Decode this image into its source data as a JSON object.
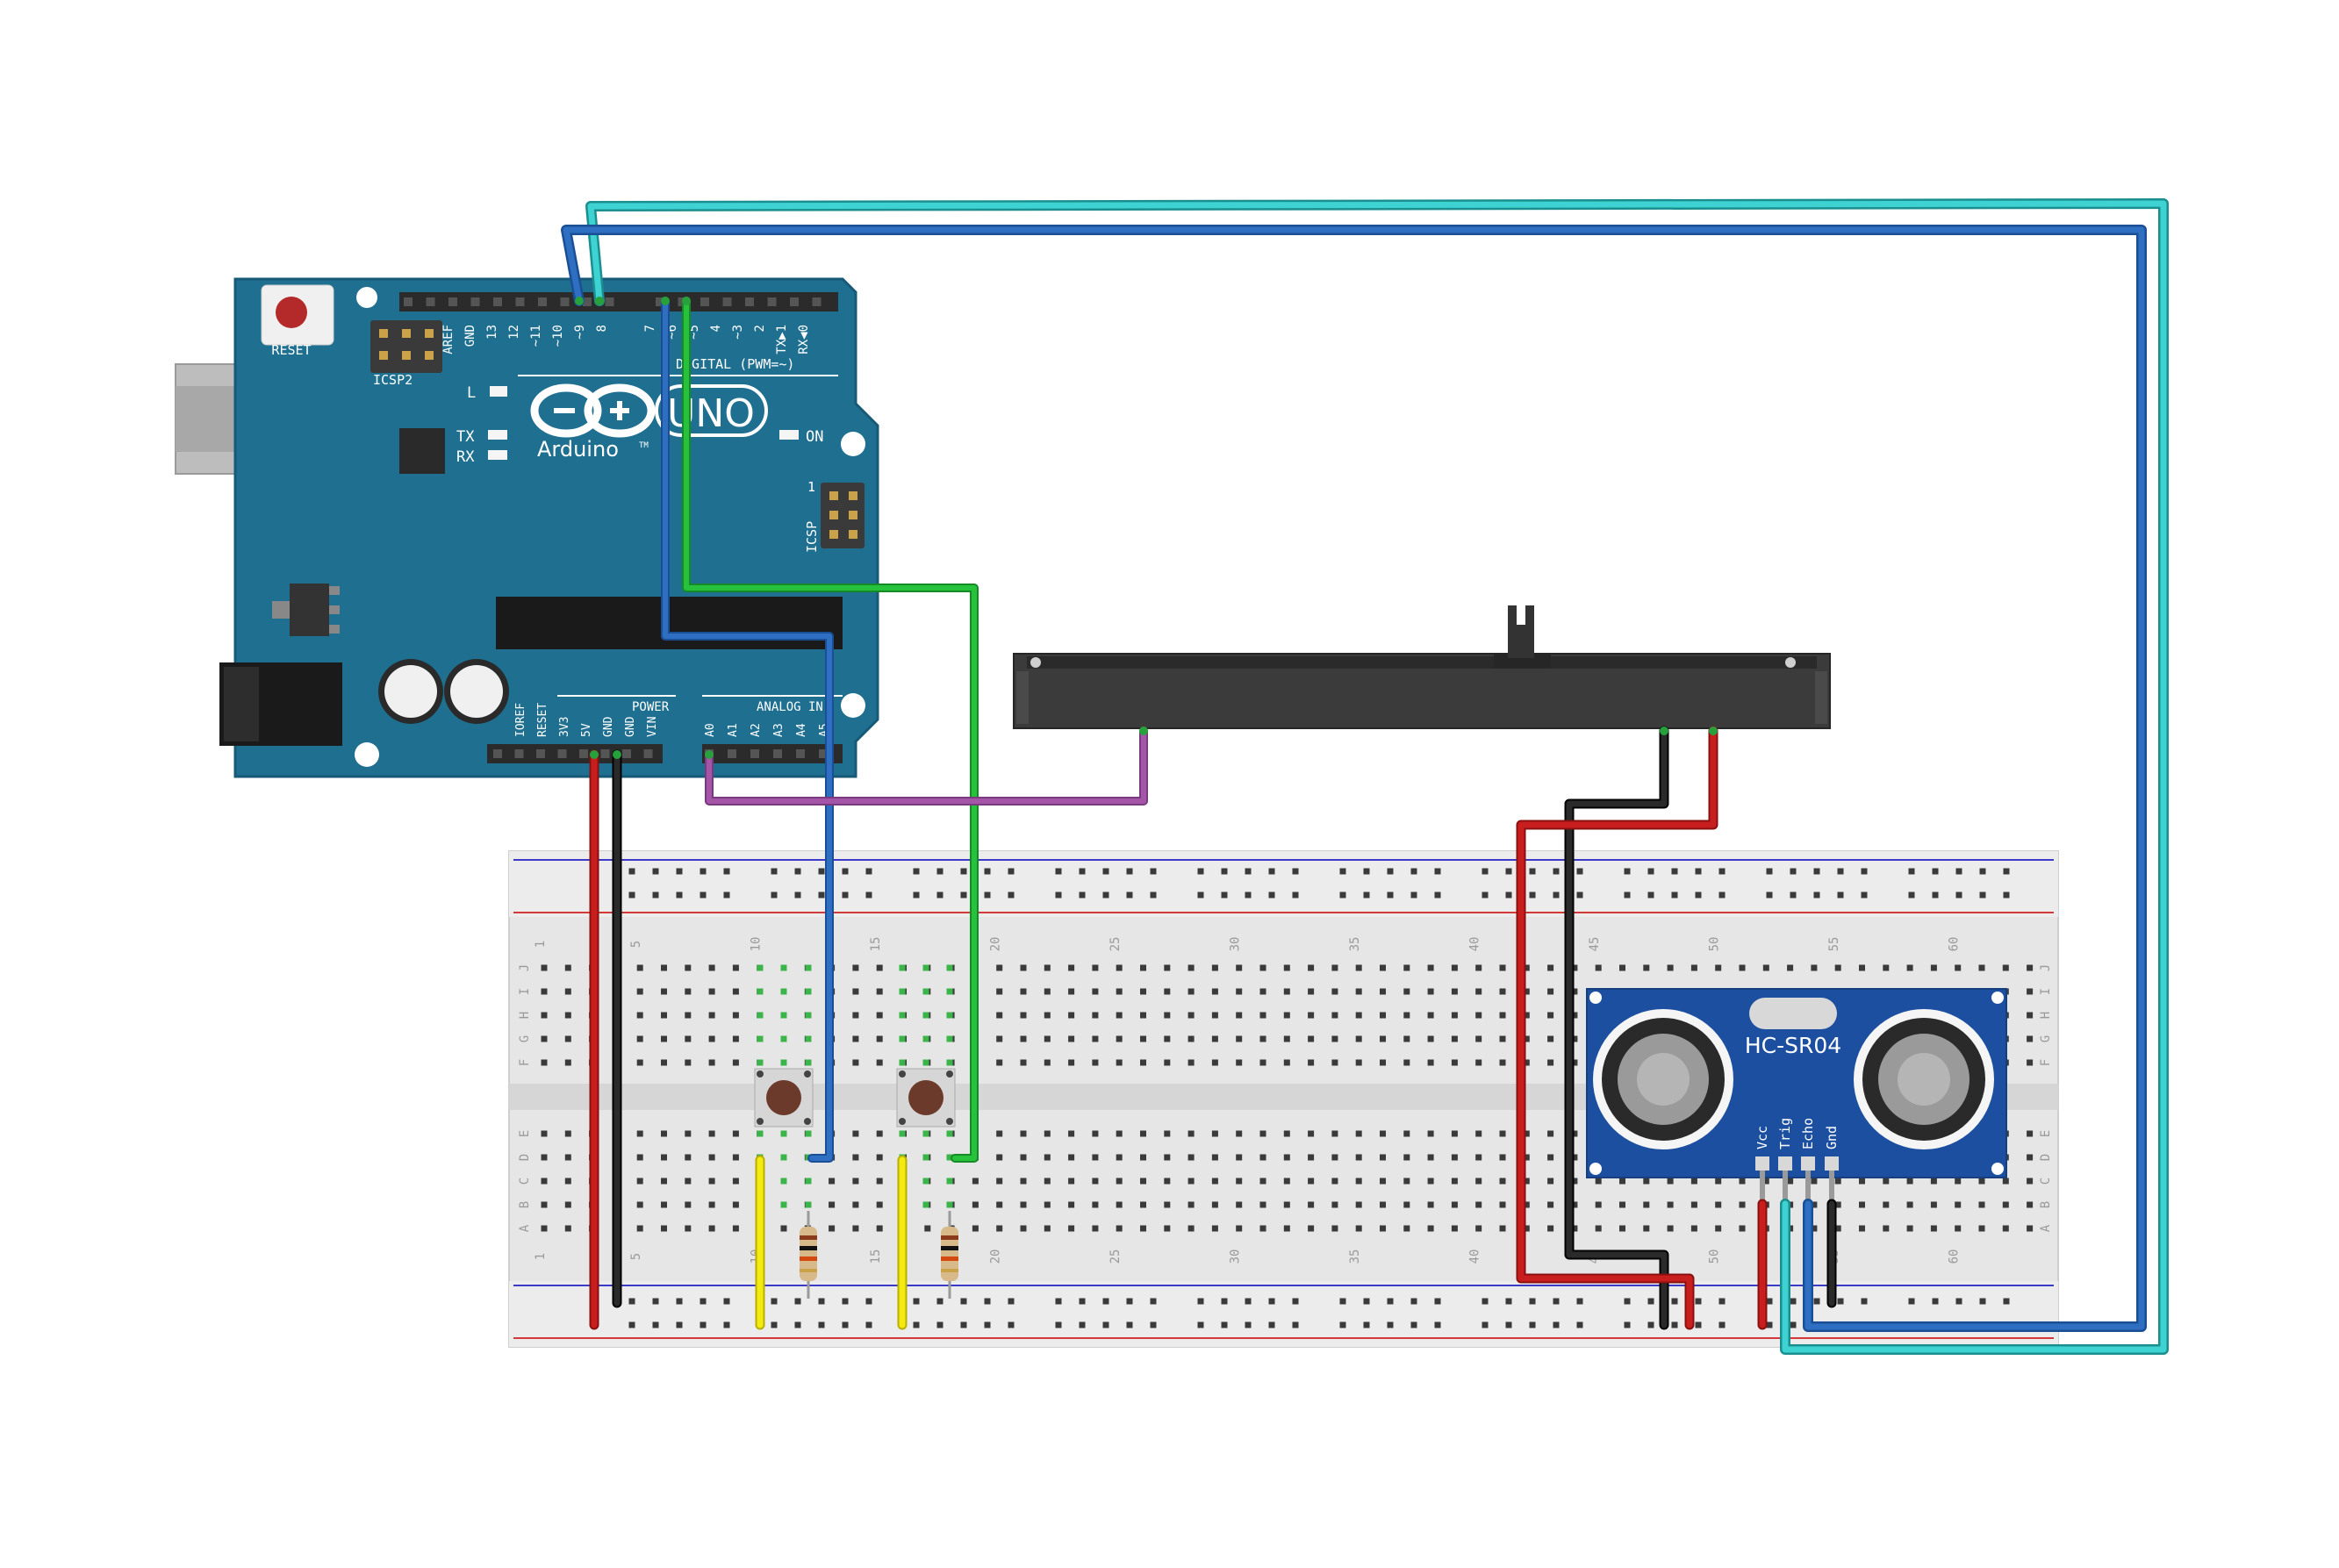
{
  "arduino": {
    "reset_label": "RESET",
    "icsp2_label": "ICSP2",
    "icsp_label": "ICSP",
    "icsp_pin1": "1",
    "uno_label": "UNO",
    "brand_label": "Arduino",
    "tm_label": "TM",
    "led_l_label": "L",
    "led_tx_label": "TX",
    "led_rx_label": "RX",
    "led_on_label": "ON",
    "digital_header": "DIGITAL (PWM=~)",
    "power_header": "POWER",
    "analog_header": "ANALOG IN",
    "digital_pins": [
      "AREF",
      "GND",
      "13",
      "12",
      "~11",
      "~10",
      "~9",
      "8",
      "7",
      "~6",
      "~5",
      "4",
      "~3",
      "2",
      "TX▶1",
      "RX◀0"
    ],
    "power_pins": [
      "IOREF",
      "RESET",
      "3V3",
      "5V",
      "GND",
      "GND",
      "VIN"
    ],
    "analog_pins": [
      "A0",
      "A1",
      "A2",
      "A3",
      "A4",
      "A5"
    ]
  },
  "breadboard": {
    "column_numbers": [
      "1",
      "5",
      "10",
      "15",
      "20",
      "25",
      "30",
      "35",
      "40",
      "45",
      "50",
      "55",
      "60"
    ],
    "rows_top": [
      "J",
      "I",
      "H",
      "G",
      "F"
    ],
    "rows_bottom": [
      "E",
      "D",
      "C",
      "B",
      "A"
    ]
  },
  "sensor": {
    "model": "HC-SR04",
    "pins": [
      "Vcc",
      "Trig",
      "Echo",
      "Gnd"
    ]
  },
  "colors": {
    "board": "#1f6f91",
    "wire_red": "#c81e1e",
    "wire_black": "#222222",
    "wire_blue": "#2f6fc2",
    "wire_cyan": "#3ed2d2",
    "wire_green": "#27c23b",
    "wire_purple": "#a455a8",
    "wire_yellow": "#f2ea10",
    "sensor_blue": "#1c4fa0"
  }
}
